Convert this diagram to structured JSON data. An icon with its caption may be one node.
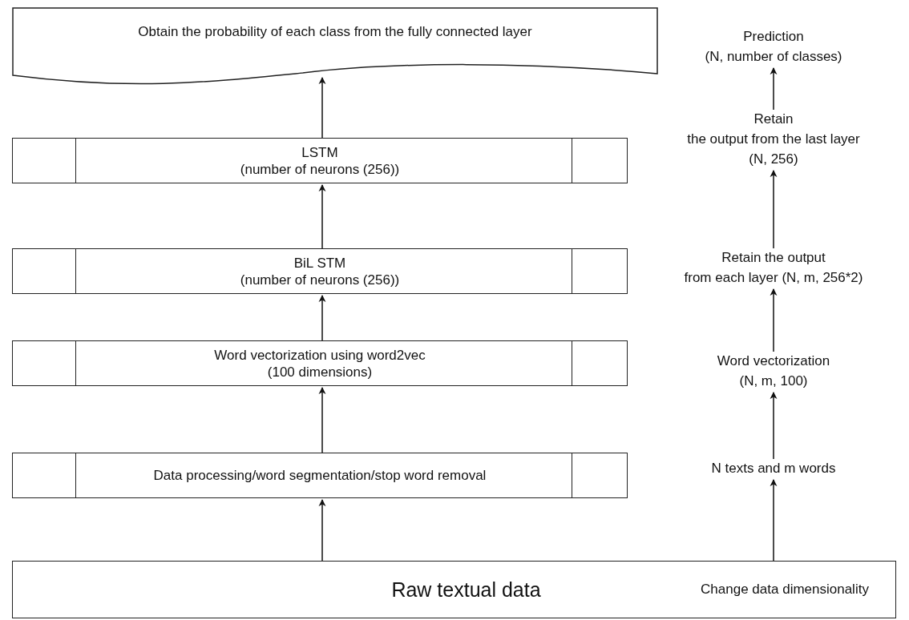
{
  "diagram": {
    "nodes": [
      {
        "text": [
          "Raw textual data"
        ]
      },
      {
        "text": [
          "Change data dimensionality"
        ],
        "in": 0
      },
      {
        "text": [
          "Data processing/word segmentation/stop word removal"
        ]
      },
      {
        "text": [
          "Word vectorization using word2vec",
          "(100 dimensions)"
        ]
      },
      {
        "text": [
          "BiL STM",
          "(number of neurons (256))"
        ]
      },
      {
        "text": [
          "LSTM",
          "(number of neurons (256))"
        ]
      },
      {
        "text": [
          "Obtain the probability of each class from the fully connected layer"
        ]
      },
      {
        "text": [
          "N texts and m words"
        ]
      },
      {
        "text": [
          "Word vectorization",
          "(N, m, 100)"
        ]
      },
      {
        "text": [
          "Retain the output",
          "from each layer (N, m, 256*2)"
        ]
      },
      {
        "text": [
          "Retain",
          "the output from the last layer (N, 256)"
        ]
      },
      {
        "text": [
          "Prediction",
          "(N, number of classes)"
        ]
      }
    ],
    "edges": [
      {
        "from": 0,
        "to": 2,
        "arrow": "to"
      },
      {
        "from": 2,
        "to": 3,
        "arrow": "to"
      },
      {
        "from": 3,
        "to": 4,
        "arrow": "to"
      },
      {
        "from": 4,
        "to": 5,
        "arrow": "to"
      },
      {
        "from": 5,
        "to": 6,
        "arrow": "to"
      },
      {
        "from": 1,
        "to": 7,
        "arrow": "to"
      },
      {
        "from": 7,
        "to": 8,
        "arrow": "to"
      },
      {
        "from": 8,
        "to": 9,
        "arrow": "to"
      },
      {
        "from": 9,
        "to": 10,
        "arrow": "to"
      },
      {
        "from": 10,
        "to": 11,
        "arrow": "to"
      }
    ]
  }
}
